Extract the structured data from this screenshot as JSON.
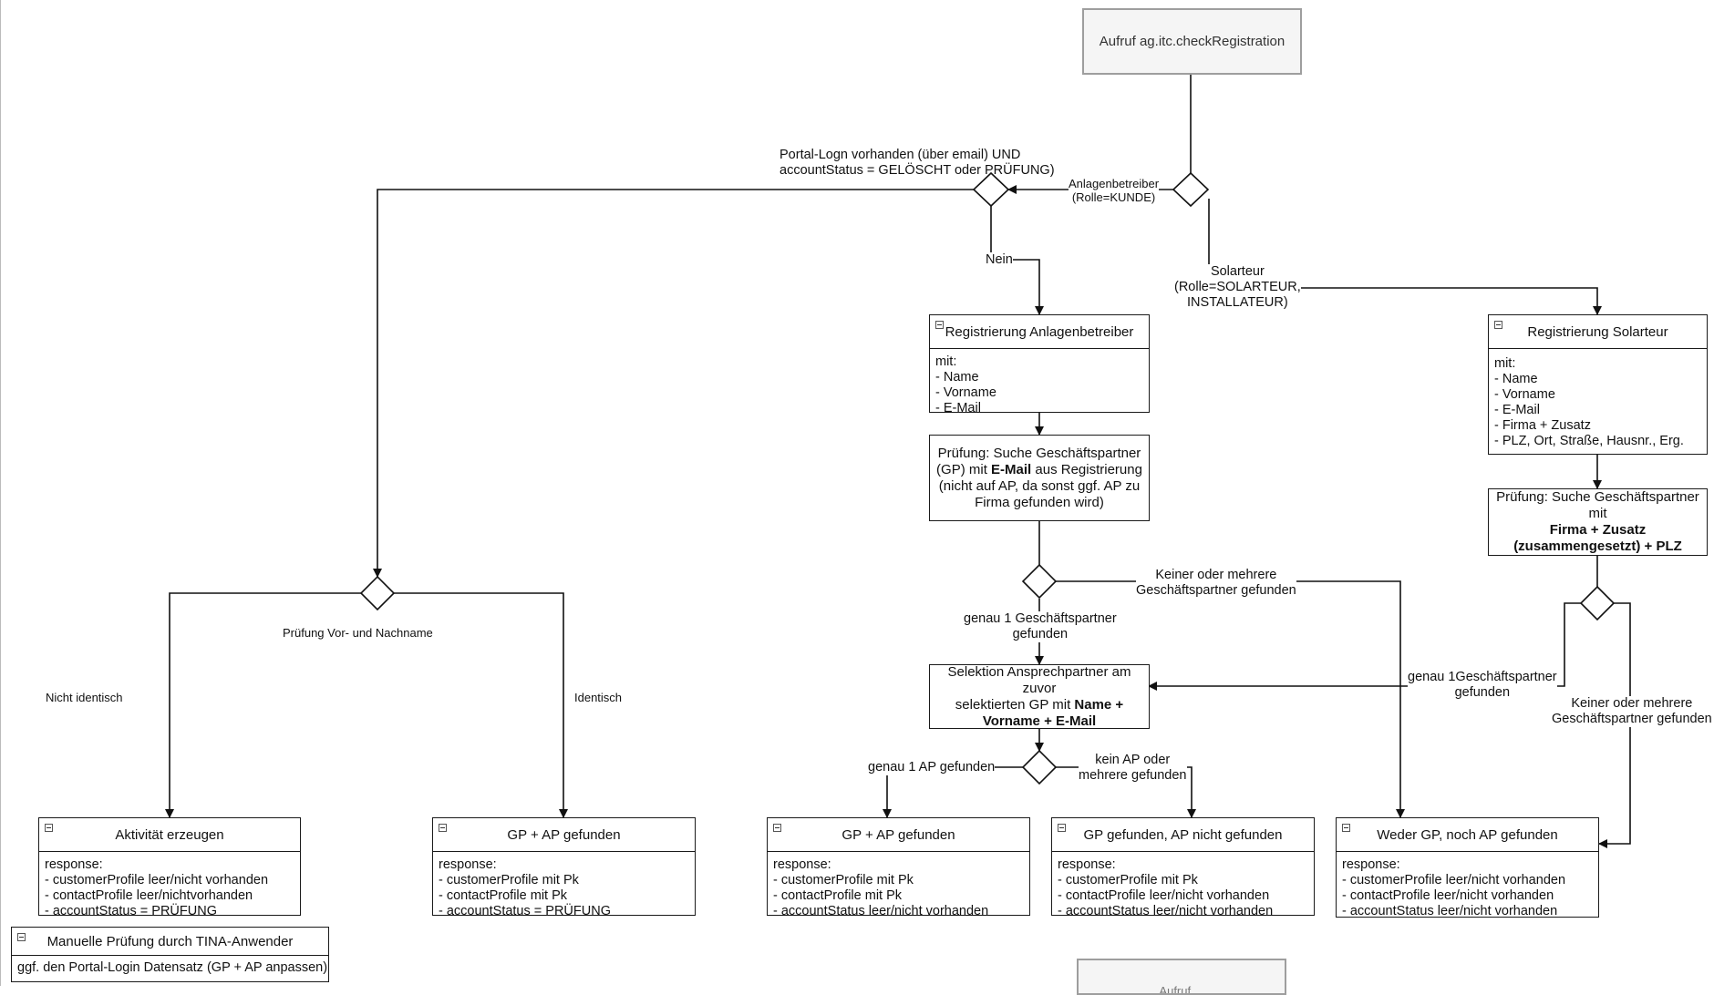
{
  "nodes": {
    "start": "Aufruf ag.itc.checkRegistration",
    "bottom_box": "Aufruf ... ",
    "reg_anlagen": {
      "title": "Registrierung Anlagenbetreiber",
      "body": "mit:\n- Name\n- Vorname\n- E-Mail"
    },
    "reg_solarteur": {
      "title": "Registrierung Solarteur",
      "body": "mit:\n- Name\n- Vorname\n- E-Mail\n- Firma + Zusatz\n- PLZ, Ort, Straße, Hausnr., Erg."
    },
    "pruefung_email": {
      "line1": "Prüfung: Suche Geschäftspartner",
      "line2_pre": "(GP) mit ",
      "line2_bold": "E-Mail",
      "line2_post": " aus Registrierung",
      "line3": "(nicht auf AP, da sonst ggf. AP zu",
      "line4": "Firma gefunden wird)"
    },
    "pruefung_firma": {
      "line1": "Prüfung: Suche Geschäftspartner mit",
      "line2": "Firma + Zusatz",
      "line3": "(zusammengesetzt) + PLZ"
    },
    "selektion": {
      "line1": "Selektion Ansprechpartner am zuvor",
      "line2_pre": "selektierten GP mit ",
      "line2_bold": "Name +",
      "line3": "Vorname + E-Mail"
    },
    "aktivitaet": {
      "title": "Aktivität erzeugen",
      "body": "response:\n- customerProfile leer/nicht vorhanden\n- contactProfile leer/nichtvorhanden\n- accountStatus = PRÜFUNG"
    },
    "gp_ap_left": {
      "title": "GP + AP gefunden",
      "body": "response:\n- customerProfile mit Pk\n- contactProfile mit Pk\n- accountStatus = PRÜFUNG"
    },
    "gp_ap_mid": {
      "title": "GP + AP gefunden",
      "body": "response:\n- customerProfile mit Pk\n- contactProfile mit Pk\n- accountStatus leer/nicht vorhanden"
    },
    "gp_no_ap": {
      "title": "GP gefunden, AP nicht gefunden",
      "body": "response:\n- customerProfile mit Pk\n- contactProfile leer/nicht vorhanden\n- accountStatus leer/nicht vorhanden"
    },
    "weder": {
      "title": "Weder GP, noch AP gefunden",
      "body": "response:\n- customerProfile leer/nicht vorhanden\n- contactProfile leer/nicht vorhanden\n- accountStatus leer/nicht vorhanden"
    },
    "manuell": {
      "title": "Manuelle Prüfung durch TINA-Anwender",
      "body": "ggf. den Portal-Login Datensatz (GP + AP anpassen)"
    }
  },
  "edge_labels": {
    "portal_login_1": "Portal-Logn vorhanden (über email) UND",
    "portal_login_2": "accountStatus = GELÖSCHT oder PRÜFUNG)",
    "anlagenbetreiber_1": "Anlagenbetreiber",
    "anlagenbetreiber_2": "(Rolle=KUNDE)",
    "nein": "Nein",
    "solarteur_1": "Solarteur",
    "solarteur_2": "(Rolle=SOLARTEUR,",
    "solarteur_3": "INSTALLATEUR)",
    "pruefung_name": "Prüfung Vor- und Nachname",
    "nicht_identisch": "Nicht identisch",
    "identisch": "Identisch",
    "keiner_1": "Keiner oder mehrere",
    "keiner_2": "Geschäftspartner gefunden",
    "genau1_1": "genau 1 Geschäftspartner",
    "genau1_2": "gefunden",
    "genau1_right_1": "genau 1Geschäftspartner",
    "genau1_right_2": "gefunden",
    "keiner_right_1": "Keiner oder mehrere",
    "keiner_right_2": "Geschäftspartner gefunden",
    "genau_ap": "genau 1 AP gefunden",
    "kein_ap_1": "kein AP oder",
    "kein_ap_2": "mehrere gefunden"
  }
}
